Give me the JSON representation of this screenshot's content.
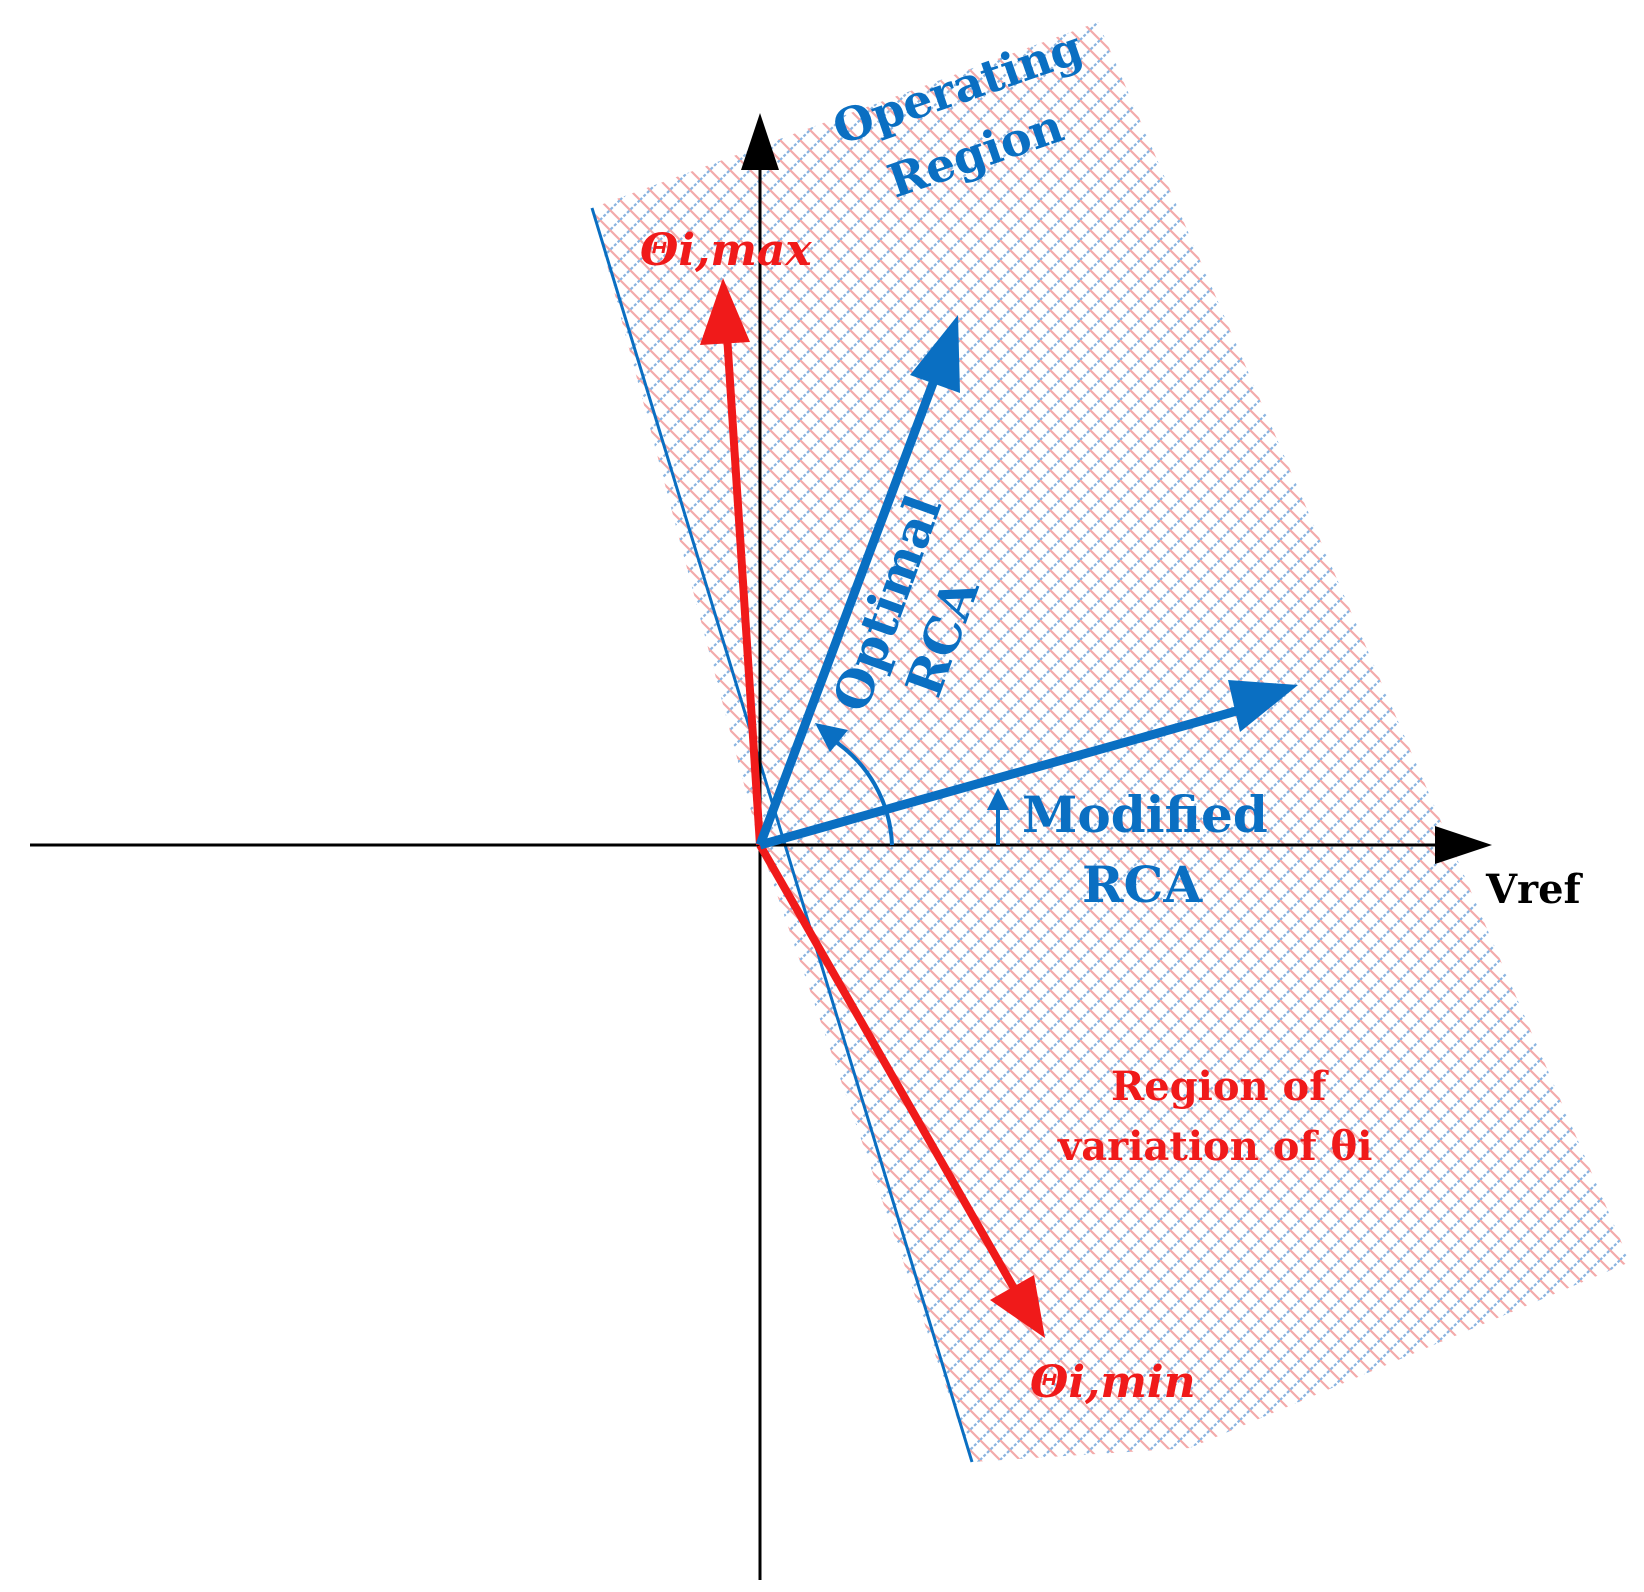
{
  "diagram": {
    "axis_label_x": "Vref",
    "operating_region_line1": "Operating",
    "operating_region_line2": "Region",
    "theta_max_label": "Θi,max",
    "theta_min_label": "Θi,min",
    "optimal_rca_line1": "Optimal",
    "optimal_rca_line2": "RCA",
    "modified_rca_line1": "Modified",
    "modified_rca_line2": "RCA",
    "region_variation_line1": "Region of",
    "region_variation_line2": "variation of θi"
  },
  "colors": {
    "axis": "#000000",
    "blue": "#0a6fc2",
    "red": "#f01a1a",
    "hatch_blue": "#8ab4e0",
    "hatch_red": "#f3aaaa"
  }
}
